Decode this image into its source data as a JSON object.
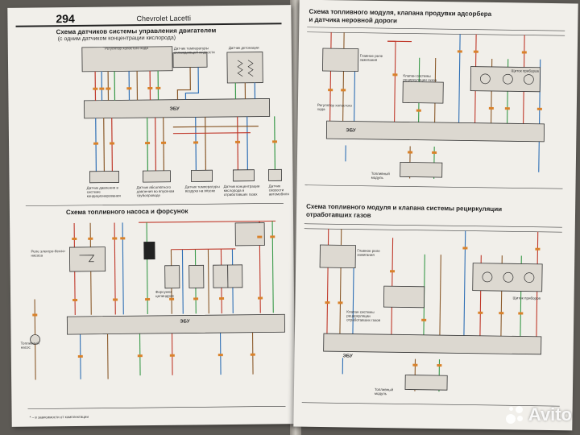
{
  "left_page": {
    "page_number": "294",
    "book_title": "Chevrolet Lacetti",
    "section1": {
      "title": "Схема датчиков системы управления двигателем",
      "subtitle": "(с одним датчиком концентрации кислорода)",
      "labels": {
        "regulator": "Регулятор холостого хода",
        "coolant_sensor": "Датчик температуры охлаждающей жидкости",
        "knock_sensor": "Датчик детонации",
        "ecu": "ЭБУ",
        "s1": "Датчик давления в системе кондиционирования",
        "s2": "Датчик абсолютного давления во впускном трубопроводе",
        "s3": "Датчик температуры воздуха на впуске",
        "s4": "Датчик концентрации кислорода в отработавших газах",
        "s5": "Датчик скорости автомобиля"
      }
    },
    "section2": {
      "title": "Схема топливного насоса и форсунок",
      "labels": {
        "relay": "Реле электро-бензо-насоса",
        "injectors": "Форсунки цилиндров",
        "fuel_pump": "Топливный насос",
        "note": "* – в зависимости от комплектации",
        "ecu": "ЭБУ"
      }
    }
  },
  "right_page": {
    "section1": {
      "title": "Схема топливного модуля, клапана продувки адсорбера",
      "title2": "и датчика неровной дороги",
      "labels": {
        "main_relay": "Главное реле зажигания",
        "canister_valve": "Клапан системы рециркуляции газов",
        "regulator": "Регулятор холостого хода",
        "fuel_module": "Топливный модуль",
        "ecu": "ЭБУ",
        "cluster": "Щиток приборов"
      }
    },
    "section2": {
      "title": "Схема топливного модуля и  клапана системы рециркуляции",
      "title2": "отработавших газов",
      "labels": {
        "main_relay": "Главное реле зажигания",
        "egr_valve": "Клапан системы рециркуляции отработавших газов",
        "fuel_module": "Топливный модуль",
        "ecu": "ЭБУ",
        "cluster": "Щиток приборов"
      }
    }
  },
  "watermark": {
    "text": "Avito"
  },
  "colors": {
    "page": "#f1efea",
    "wire_red": "#c0392b",
    "wire_blue": "#2e6fb5",
    "wire_green": "#3a9a4a",
    "wire_brown": "#8b5a2b",
    "connector": "#d9822b"
  }
}
